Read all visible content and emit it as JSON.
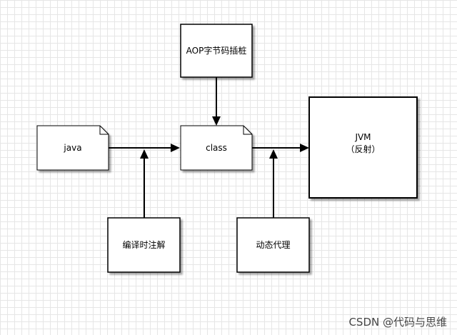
{
  "diagram": {
    "nodes": {
      "java": "java",
      "class": "class",
      "aop": "AOP字节码插桩",
      "compile_annotation": "编译时注解",
      "dynamic_proxy": "动态代理",
      "jvm_line1": "JVM",
      "jvm_line2": "（反射）"
    }
  },
  "watermark": "CSDN @代码与思维"
}
